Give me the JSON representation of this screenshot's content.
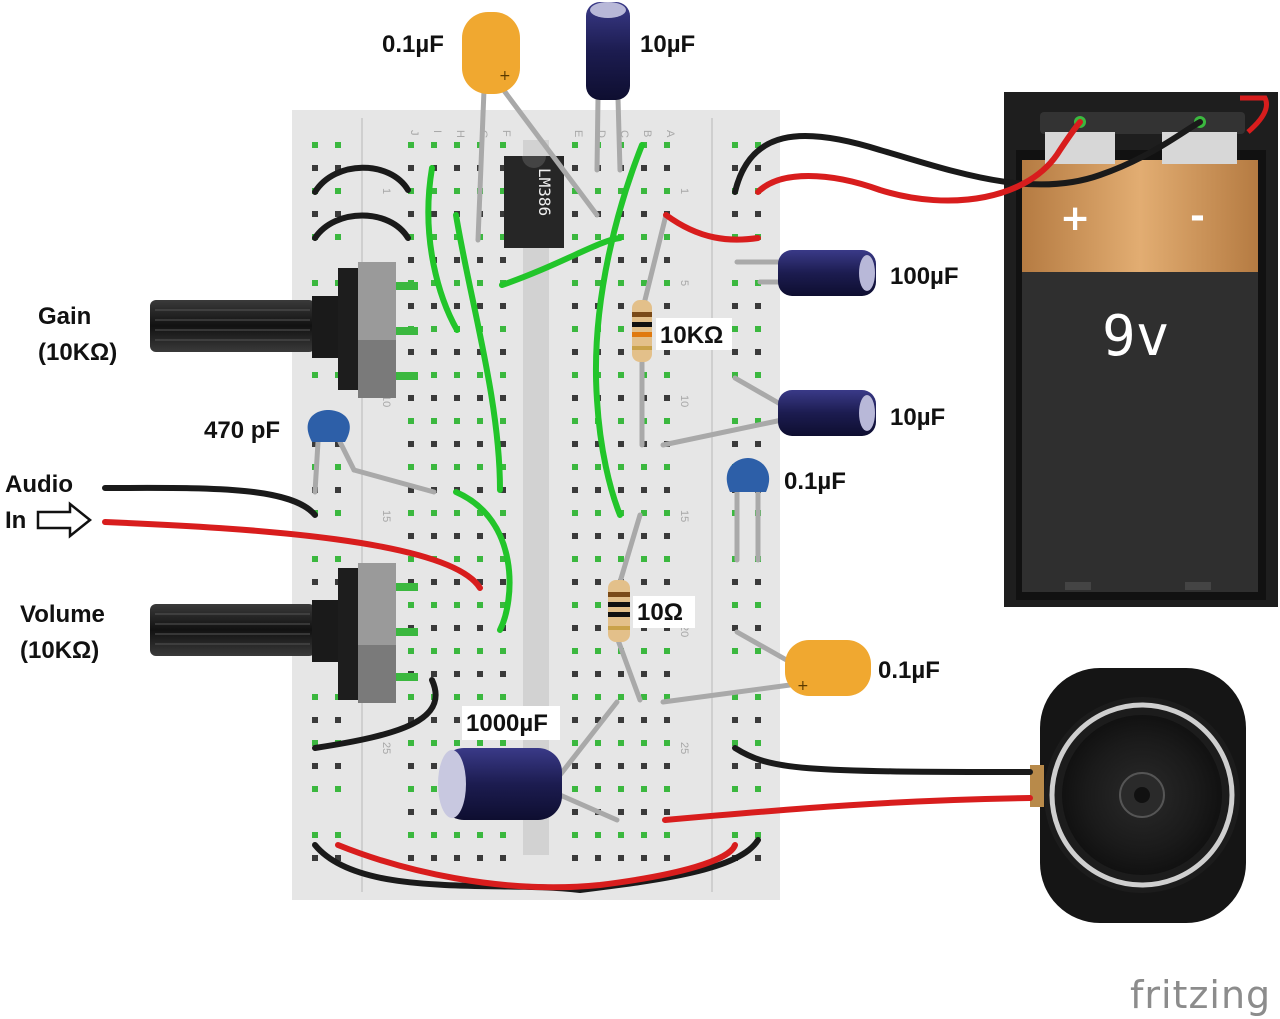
{
  "breadboard": {
    "row_letters_left": [
      "J",
      "I",
      "H",
      "G",
      "F"
    ],
    "row_letters_right": [
      "E",
      "D",
      "C",
      "B",
      "A"
    ],
    "row_numbers": [
      "1",
      "5",
      "10",
      "15",
      "20",
      "25"
    ]
  },
  "ic": {
    "label": "LM386"
  },
  "labels": {
    "cap_top_tantalum": "0.1µF",
    "cap_top_electrolytic": "10µF",
    "cap_100uf": "100µF",
    "res_10k": "10KΩ",
    "cap_right_10uf": "10µF",
    "cap_right_ceramic": "0.1µF",
    "res_10ohm": "10Ω",
    "cap_right_tantalum": "0.1µF",
    "cap_1000uf": "1000µF",
    "cap_470pf": "470 pF",
    "gain_line1": "Gain",
    "gain_line2": "(10KΩ)",
    "audio_line1": "Audio",
    "audio_line2": "In",
    "volume_line1": "Volume",
    "volume_line2": "(10KΩ)"
  },
  "battery": {
    "plus": "+",
    "minus": "-",
    "voltage": "9v"
  },
  "brand": {
    "name": "fritzing"
  },
  "colors": {
    "wire_red": "#d81d1d",
    "wire_black": "#1a1a1a",
    "wire_green": "#22c52a",
    "breadboard": "#e6e6e6",
    "hole_green": "#3bb83f",
    "tantalum": "#f0a830",
    "electrolytic": "#252560",
    "ceramic": "#2d5fa8",
    "battery_copper": "#d49a5c",
    "battery_body": "#2f2f2f"
  }
}
